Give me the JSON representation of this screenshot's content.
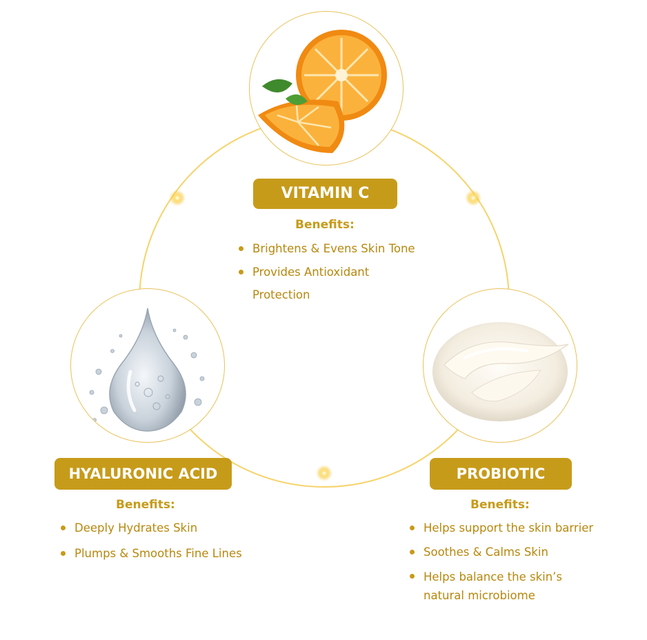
{
  "colors": {
    "gold": "#c79b1a",
    "gold_text": "#b8870e",
    "ring": "#f6d36b",
    "glow": "#f8c83a",
    "background": "#ffffff"
  },
  "ingredients": [
    {
      "name": "VITAMIN C",
      "image_icon": "orange-slice-icon",
      "benefits_title": "Benefits:",
      "benefits": [
        "Brightens & Evens Skin Tone",
        "Provides Antioxidant Protection"
      ]
    },
    {
      "name": "HYALURONIC ACID",
      "image_icon": "water-droplet-icon",
      "benefits_title": "Benefits:",
      "benefits": [
        "Deeply Hydrates Skin",
        "Plumps & Smooths Fine Lines"
      ]
    },
    {
      "name": "PROBIOTIC",
      "image_icon": "cream-swirl-icon",
      "benefits_title": "Benefits:",
      "benefits": [
        "Helps support the skin barrier",
        "Soothes & Calms Skin",
        "Helps balance the skin’s natural microbiome"
      ]
    }
  ]
}
